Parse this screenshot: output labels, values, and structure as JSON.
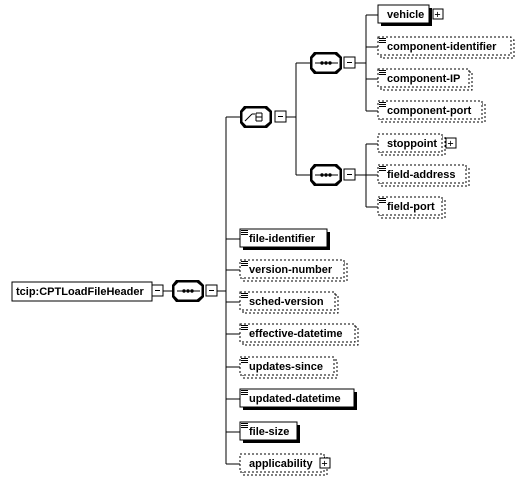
{
  "root": {
    "label": "tcip:CPTLoadFileHeader"
  },
  "choice": {
    "sequence_a": [
      {
        "label": "vehicle",
        "optional": false,
        "expandable": true
      },
      {
        "label": "component-identifier",
        "optional": true,
        "expandable": false
      },
      {
        "label": "component-IP",
        "optional": true,
        "expandable": false
      },
      {
        "label": "component-port",
        "optional": true,
        "expandable": false
      }
    ],
    "sequence_b": [
      {
        "label": "stoppoint",
        "optional": true,
        "expandable": true
      },
      {
        "label": "field-address",
        "optional": true,
        "expandable": false
      },
      {
        "label": "field-port",
        "optional": true,
        "expandable": false
      }
    ]
  },
  "elements": [
    {
      "label": "file-identifier",
      "optional": false,
      "expandable": false
    },
    {
      "label": "version-number",
      "optional": true,
      "expandable": false
    },
    {
      "label": "sched-version",
      "optional": true,
      "expandable": false
    },
    {
      "label": "effective-datetime",
      "optional": true,
      "expandable": false
    },
    {
      "label": "updates-since",
      "optional": true,
      "expandable": false
    },
    {
      "label": "updated-datetime",
      "optional": false,
      "expandable": false
    },
    {
      "label": "file-size",
      "optional": false,
      "expandable": false
    },
    {
      "label": "applicability",
      "optional": true,
      "expandable": true
    }
  ]
}
